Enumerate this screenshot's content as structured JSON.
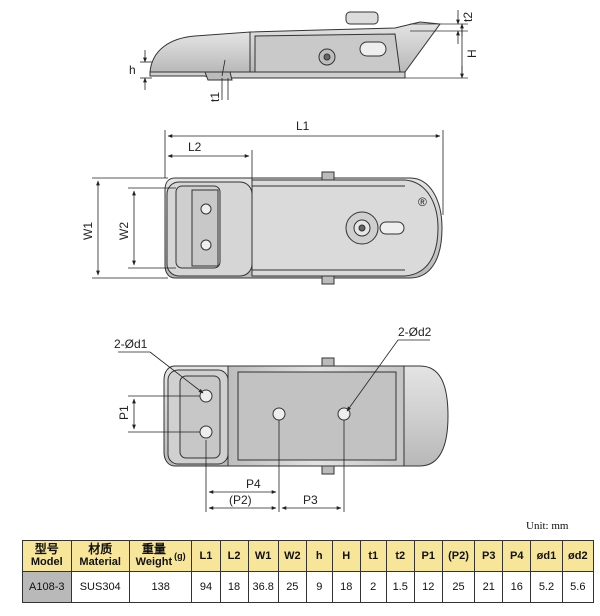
{
  "dimensions": {
    "h": "h",
    "t1": "t1",
    "t2": "t2",
    "H": "H",
    "L1": "L1",
    "L2": "L2",
    "W1": "W1",
    "W2": "W2",
    "hole1": "2-Ød1",
    "hole2": "2-Ød2",
    "P1": "P1",
    "P2": "(P2)",
    "P3": "P3",
    "P4": "P4",
    "registered": "®"
  },
  "unit_label": "Unit: mm",
  "table": {
    "headers": [
      {
        "cn": "型号",
        "en": "Model"
      },
      {
        "cn": "材质",
        "en": "Material"
      },
      {
        "cn": "重量",
        "en": "Weight",
        "unit": "(g)"
      },
      {
        "en": "L1"
      },
      {
        "en": "L2"
      },
      {
        "en": "W1"
      },
      {
        "en": "W2"
      },
      {
        "en": "h"
      },
      {
        "en": "H"
      },
      {
        "en": "t1"
      },
      {
        "en": "t2"
      },
      {
        "en": "P1"
      },
      {
        "en": "(P2)"
      },
      {
        "en": "P3"
      },
      {
        "en": "P4"
      },
      {
        "en": "ød1"
      },
      {
        "en": "ød2"
      }
    ],
    "row": [
      "A108-3",
      "SUS304",
      "138",
      "94",
      "18",
      "36.8",
      "25",
      "9",
      "18",
      "2",
      "1.5",
      "12",
      "25",
      "21",
      "16",
      "5.2",
      "5.6"
    ]
  }
}
